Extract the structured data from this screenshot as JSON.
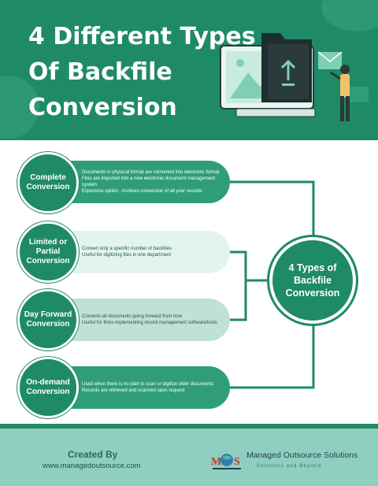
{
  "header": {
    "title_lines": [
      "4 Different Types",
      "Of Backfile",
      "Conversion"
    ]
  },
  "types": [
    {
      "name": "Complete\nConversion",
      "points": [
        "Documents in physical format are converted into electronic format",
        "Files are imported into a new electronic document management system",
        "Expensive option - involves conversion of all your records"
      ]
    },
    {
      "name": "Limited or\nPartial\nConversion",
      "points": [
        "Convert only a specific number of backfiles",
        "Useful for digitizing files in one department"
      ]
    },
    {
      "name": "Day Forward\nConversion",
      "points": [
        "Converts all documents going forward from now",
        "Useful for firms implementing record management software/tools"
      ]
    },
    {
      "name": "On-demand\nConversion",
      "points": [
        "Used when there is no plan to scan or digitize older documents",
        "Records are retrieved and scanned upon request"
      ]
    }
  ],
  "hub": {
    "label": "4 Types of Backfile Conversion"
  },
  "footer": {
    "created_label": "Created By",
    "created_url": "www.managedoutsource.com",
    "logo_text": "MOS",
    "company": "Managed Outsource Solutions",
    "tagline": "Solutions and Beyond"
  },
  "colors": {
    "primary": "#1f8a66",
    "accent": "#2f9e78",
    "light": "#e3f3ee",
    "medium": "#bfe1d6",
    "footer": "#8fcfbf"
  }
}
